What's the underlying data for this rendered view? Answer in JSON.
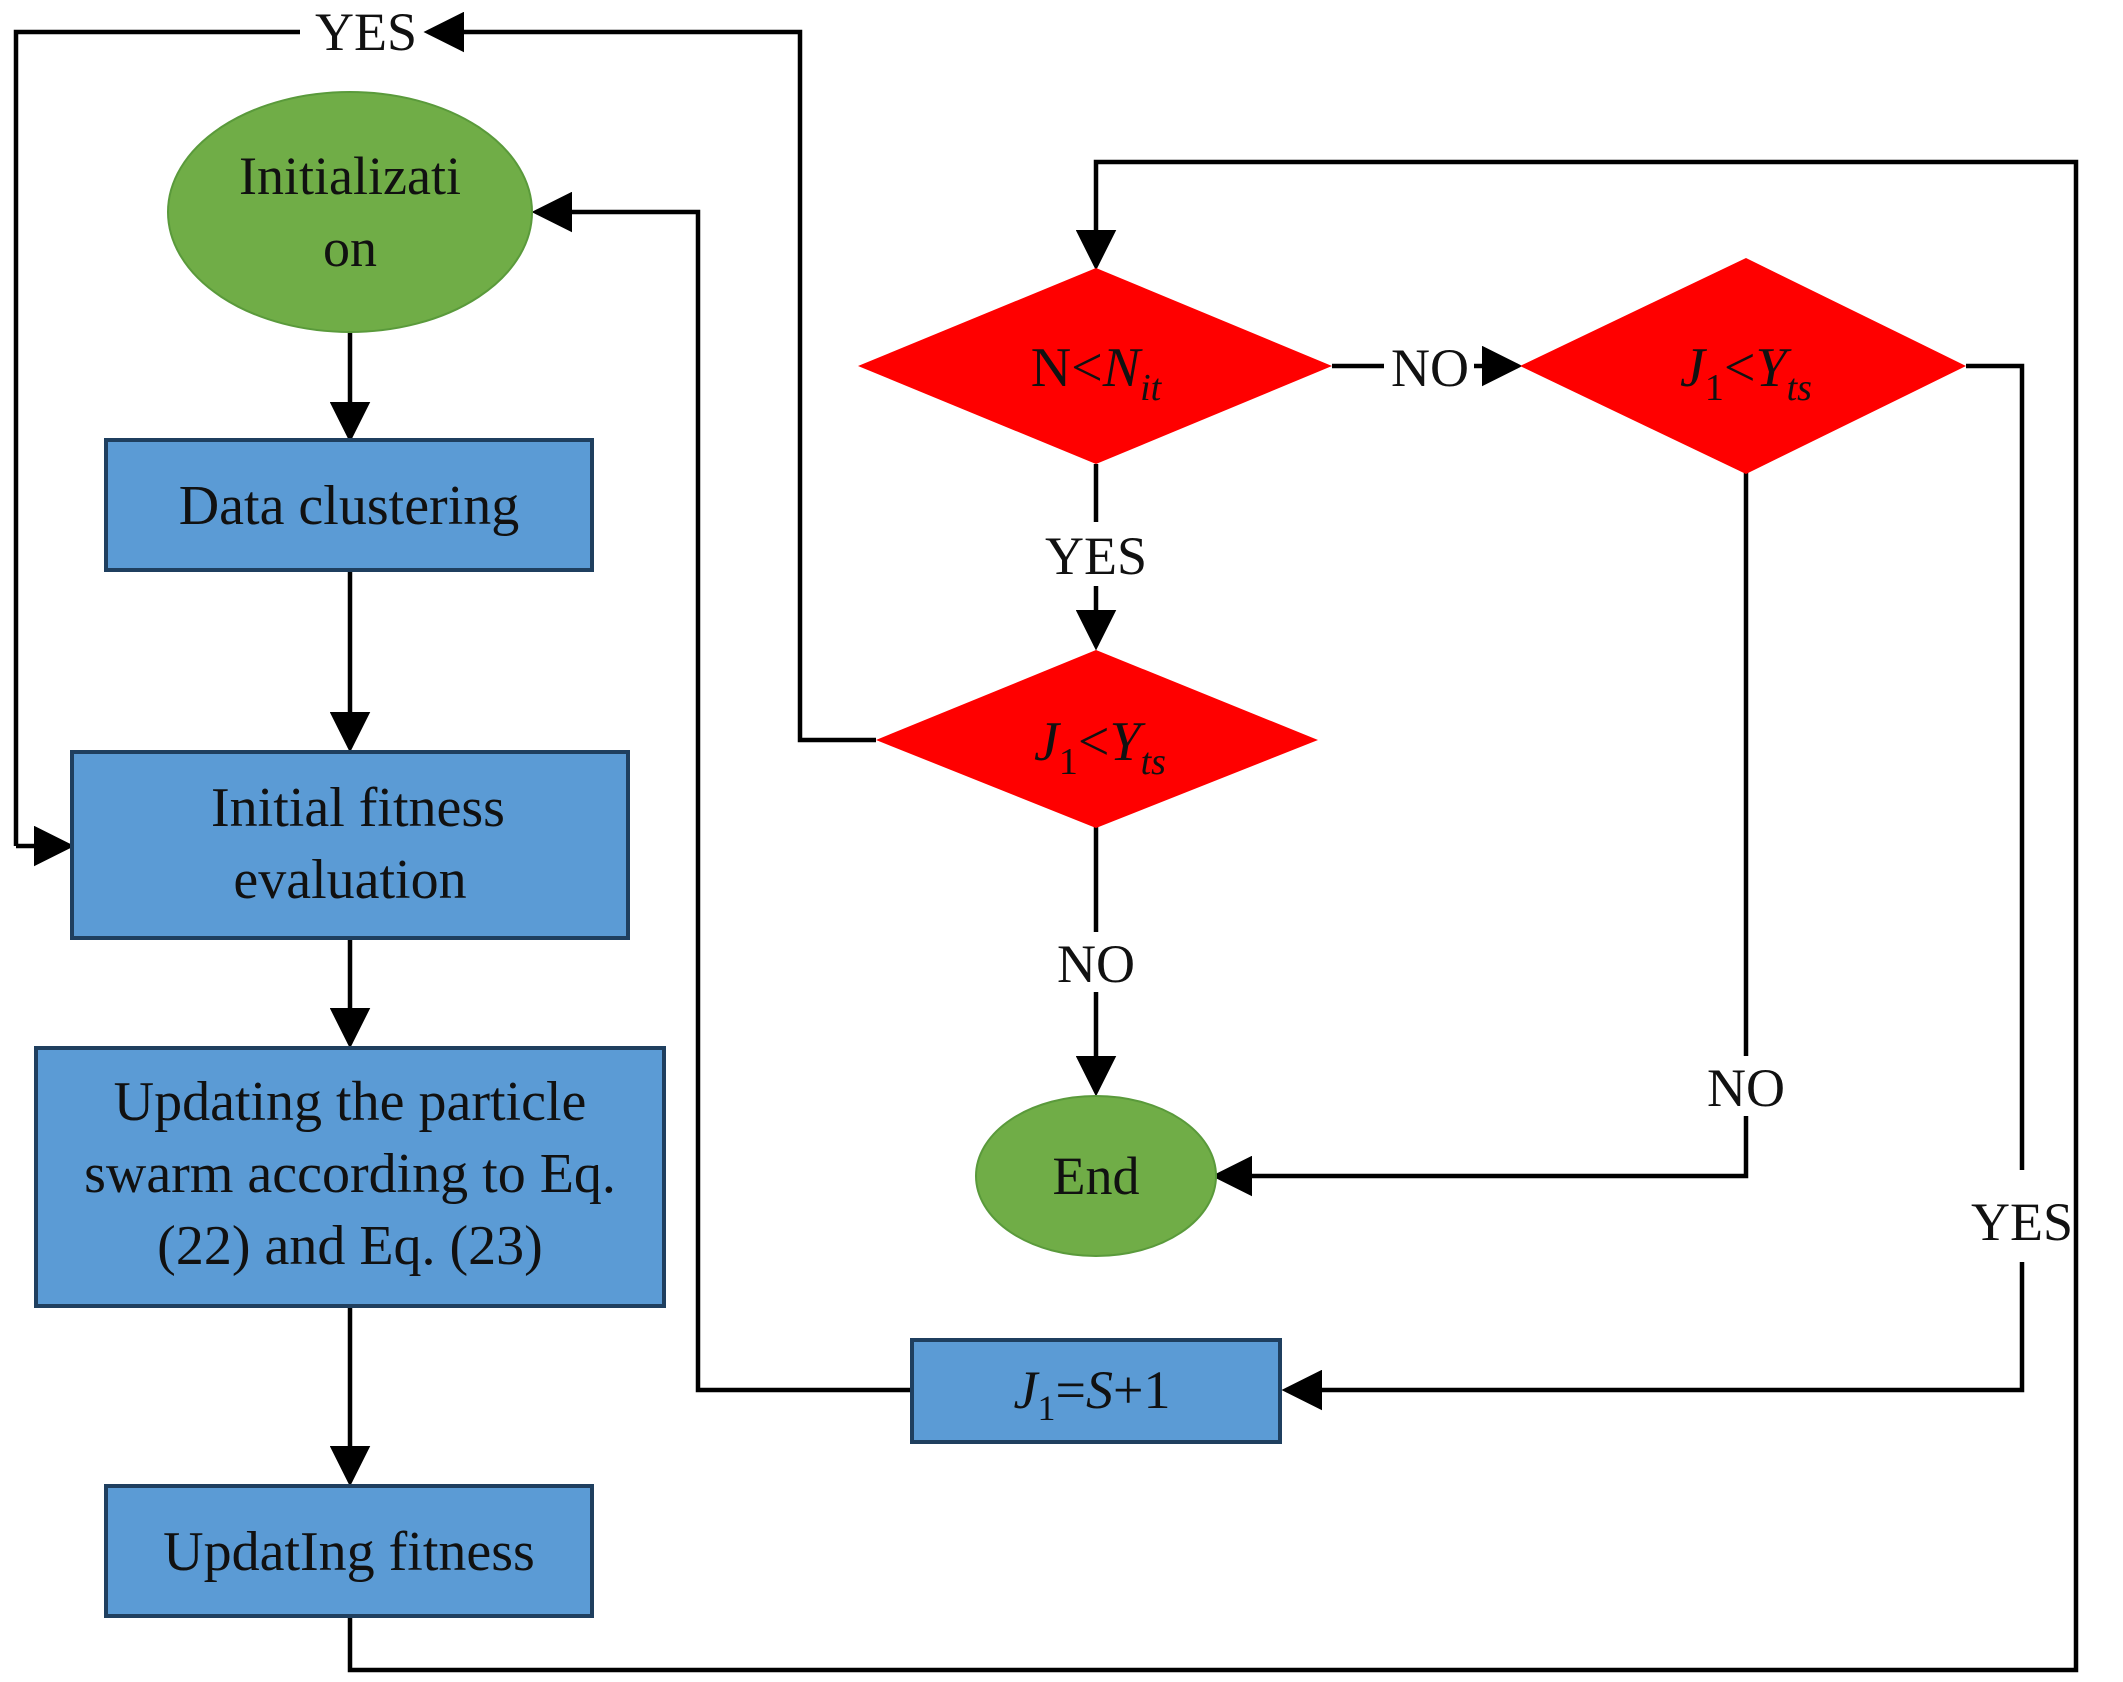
{
  "nodes": {
    "start": {
      "line1": "Initializati",
      "line2": "on"
    },
    "data_clustering": "Data clustering",
    "initial_fitness": {
      "line1": "Initial fitness",
      "line2": "evaluation"
    },
    "updating_swarm": {
      "line1": "Updating the particle",
      "line2": "swarm according to Eq.",
      "line3": "(22) and Eq. (23)"
    },
    "updating_fitness": "UpdatIng fitness",
    "end": "End",
    "decision_top_left": {
      "a": "N<",
      "b": "N",
      "c": "it"
    },
    "decision_top_right": {
      "a": "J",
      "b": "1",
      "c": "<",
      "d": "Y",
      "e": "ts"
    },
    "decision_mid": {
      "a": "J",
      "b": "1",
      "c": "<",
      "d": "Y",
      "e": "ts"
    },
    "counter_box": {
      "a": "J",
      "b": "1",
      "c": "=",
      "d": "S",
      "e": "+1"
    }
  },
  "edge_labels": {
    "top_yes": "YES",
    "no_between_decisions": "NO",
    "yes_below_top_left": "YES",
    "no_below_mid": "NO",
    "no_below_top_right": "NO",
    "yes_right_loop": "YES"
  },
  "colors": {
    "process_fill": "#5b9bd5",
    "terminal_fill": "#70ad47",
    "decision_fill": "#ff0000",
    "line": "#000000"
  }
}
